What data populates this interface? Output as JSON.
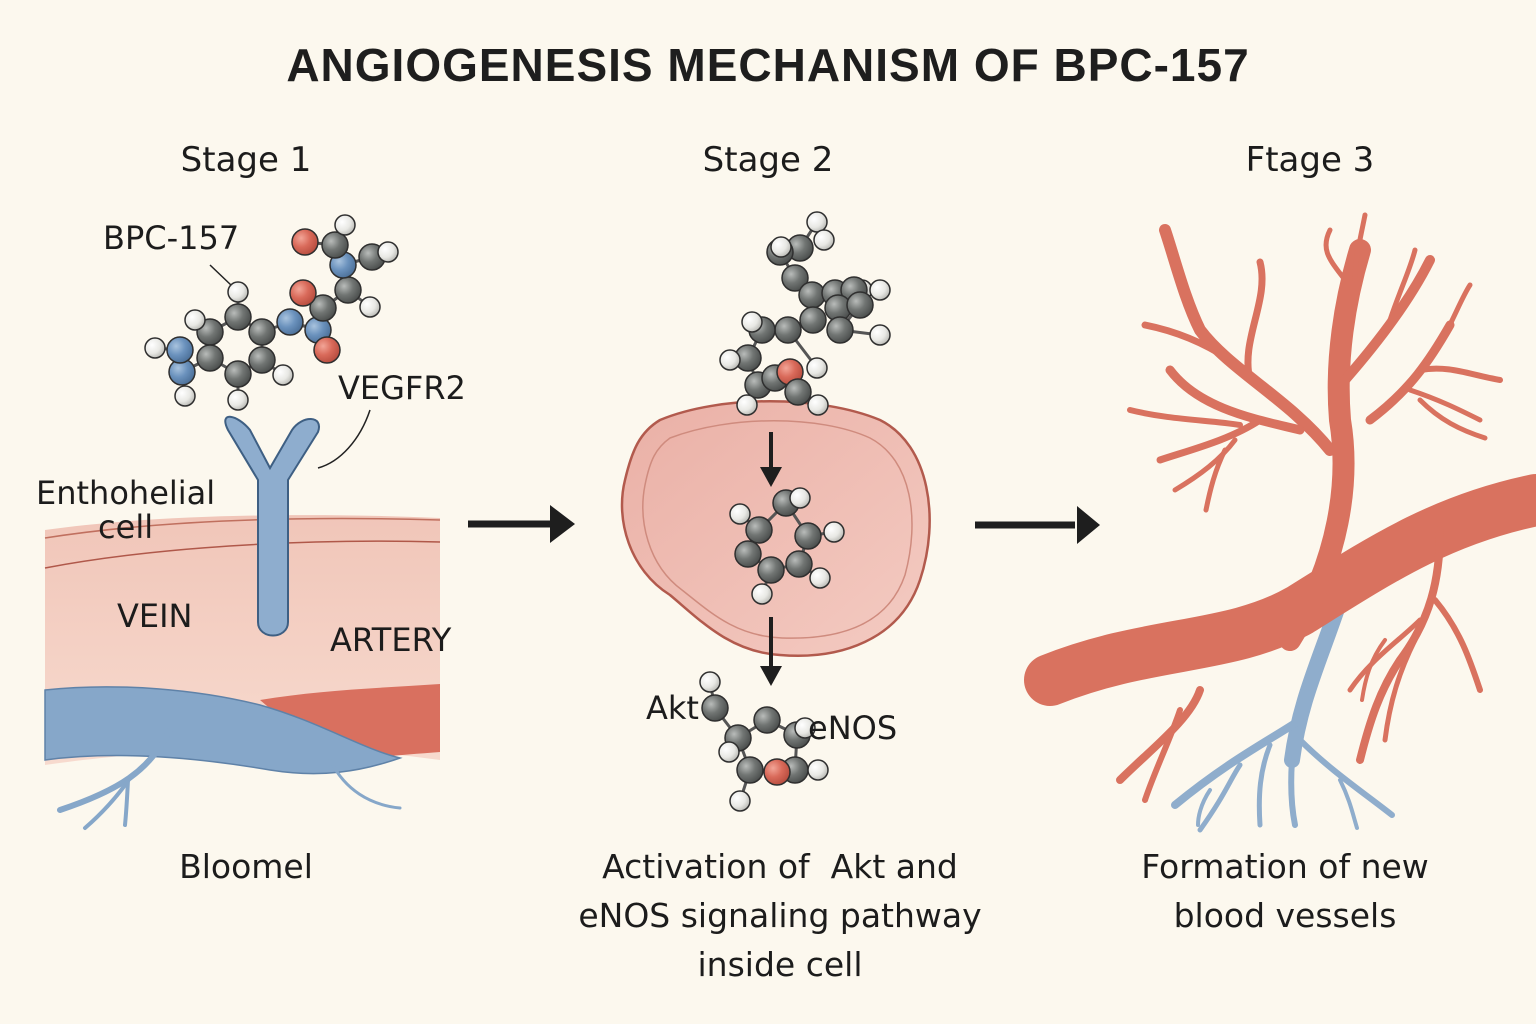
{
  "title": "ANGIOGENESIS MECHANISM OF BPC-157",
  "colors": {
    "background": "#fcf8ee",
    "text": "#1c1c1c",
    "artery_red": "#d9705f",
    "vein_blue": "#7fa1c4",
    "tissue_pink": "#f2c7bb",
    "atom_carbon": "#6e7271",
    "atom_nitrogen": "#6b92bd",
    "atom_oxygen": "#d96a5a",
    "atom_hydrogen": "#eeeeea",
    "arrow": "#1e1e1e"
  },
  "stages": [
    {
      "heading": "Stage 1",
      "labels": {
        "molecule": "BPC-157",
        "receptor": "VEGFR2",
        "cell": "Enthohelial\ncell",
        "vein": "VEIN",
        "artery": "ARTERY"
      },
      "caption": "Bloomel"
    },
    {
      "heading": "Stage 2",
      "labels": {
        "akt": "Akt",
        "enos": "eNOS"
      },
      "caption": "Activation of  Akt and\neNOS signaling pathway\ninside cell"
    },
    {
      "heading": "Ftage 3",
      "caption": "Formation of new\nblood vessels"
    }
  ],
  "arrows": [
    {
      "from": "Stage 1",
      "to": "Stage 2",
      "icon": "arrow-right-icon"
    },
    {
      "from": "Stage 2",
      "to": "Stage 3",
      "icon": "arrow-right-icon"
    }
  ]
}
